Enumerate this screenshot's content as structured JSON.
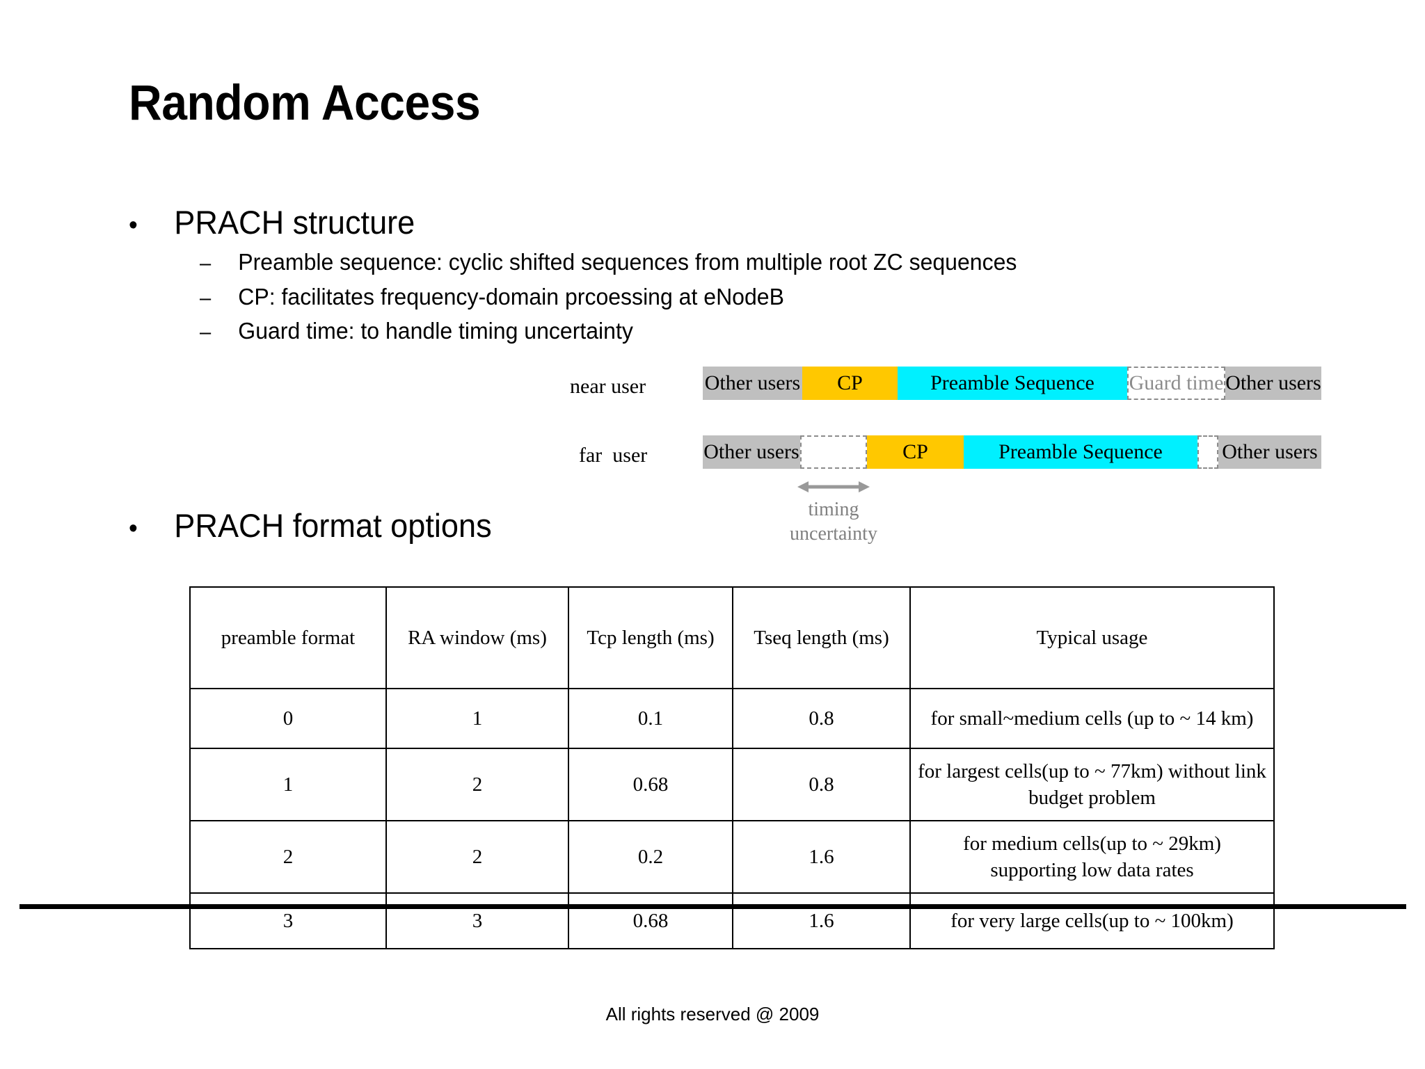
{
  "slide": {
    "title": "Random Access",
    "footer": "All rights reserved @ 2009"
  },
  "bullets": [
    {
      "marker": "•",
      "label": "PRACH structure",
      "sub": [
        {
          "marker": "–",
          "label": "Preamble sequence: cyclic shifted sequences from multiple root ZC sequences"
        },
        {
          "marker": "–",
          "label": "CP: facilitates frequency-domain prcoessing at eNodeB"
        },
        {
          "marker": "–",
          "label": "Guard time: to handle timing uncertainty"
        }
      ]
    },
    {
      "marker": "•",
      "label": "PRACH format options",
      "sub": []
    }
  ],
  "diagram": {
    "rows": [
      {
        "label": "near user",
        "segments": [
          {
            "text": "Other users",
            "style": "gray"
          },
          {
            "text": "CP",
            "style": "gold"
          },
          {
            "text": "Preamble Sequence",
            "style": "cyan"
          },
          {
            "text": "Guard time",
            "style": "dashed"
          },
          {
            "text": "Other users",
            "style": "gray"
          }
        ]
      },
      {
        "label": "far  user",
        "segments": [
          {
            "text": "Other users",
            "style": "gray"
          },
          {
            "text": "",
            "style": "dashed"
          },
          {
            "text": "CP",
            "style": "gold"
          },
          {
            "text": "Preamble Sequence",
            "style": "cyan"
          },
          {
            "text": "",
            "style": "dashed"
          },
          {
            "text": "Other users",
            "style": "gray"
          }
        ]
      }
    ],
    "annotation": {
      "caption_line1": "timing",
      "caption_line2": "uncertainty"
    },
    "colors": {
      "gray": "#bfbfbf",
      "gold": "#ffc800",
      "cyan": "#00f0ff",
      "dashed_border": "#8c8c8c",
      "annotation_gray": "#808080"
    }
  },
  "table": {
    "headers": [
      "preamble format",
      "RA window (ms)",
      "Tcp length (ms)",
      "Tseq length (ms)",
      "Typical    usage"
    ],
    "rows": [
      {
        "format": "0",
        "ra_window": "1",
        "tcp": "0.1",
        "tseq": "0.8",
        "usage": [
          "for small~medium cells (up to ~ 14 km)"
        ]
      },
      {
        "format": "1",
        "ra_window": "2",
        "tcp": "0.68",
        "tseq": "0.8",
        "usage": [
          "for largest cells(up to ~ 77km) without link",
          "budget problem"
        ]
      },
      {
        "format": "2",
        "ra_window": "2",
        "tcp": "0.2",
        "tseq": "1.6",
        "usage": [
          "for medium cells(up to ~  29km)",
          "supporting low data rates"
        ]
      },
      {
        "format": "3",
        "ra_window": "3",
        "tcp": "0.68",
        "tseq": "1.6",
        "usage": [
          "for very large cells(up to ~ 100km)"
        ]
      }
    ]
  }
}
